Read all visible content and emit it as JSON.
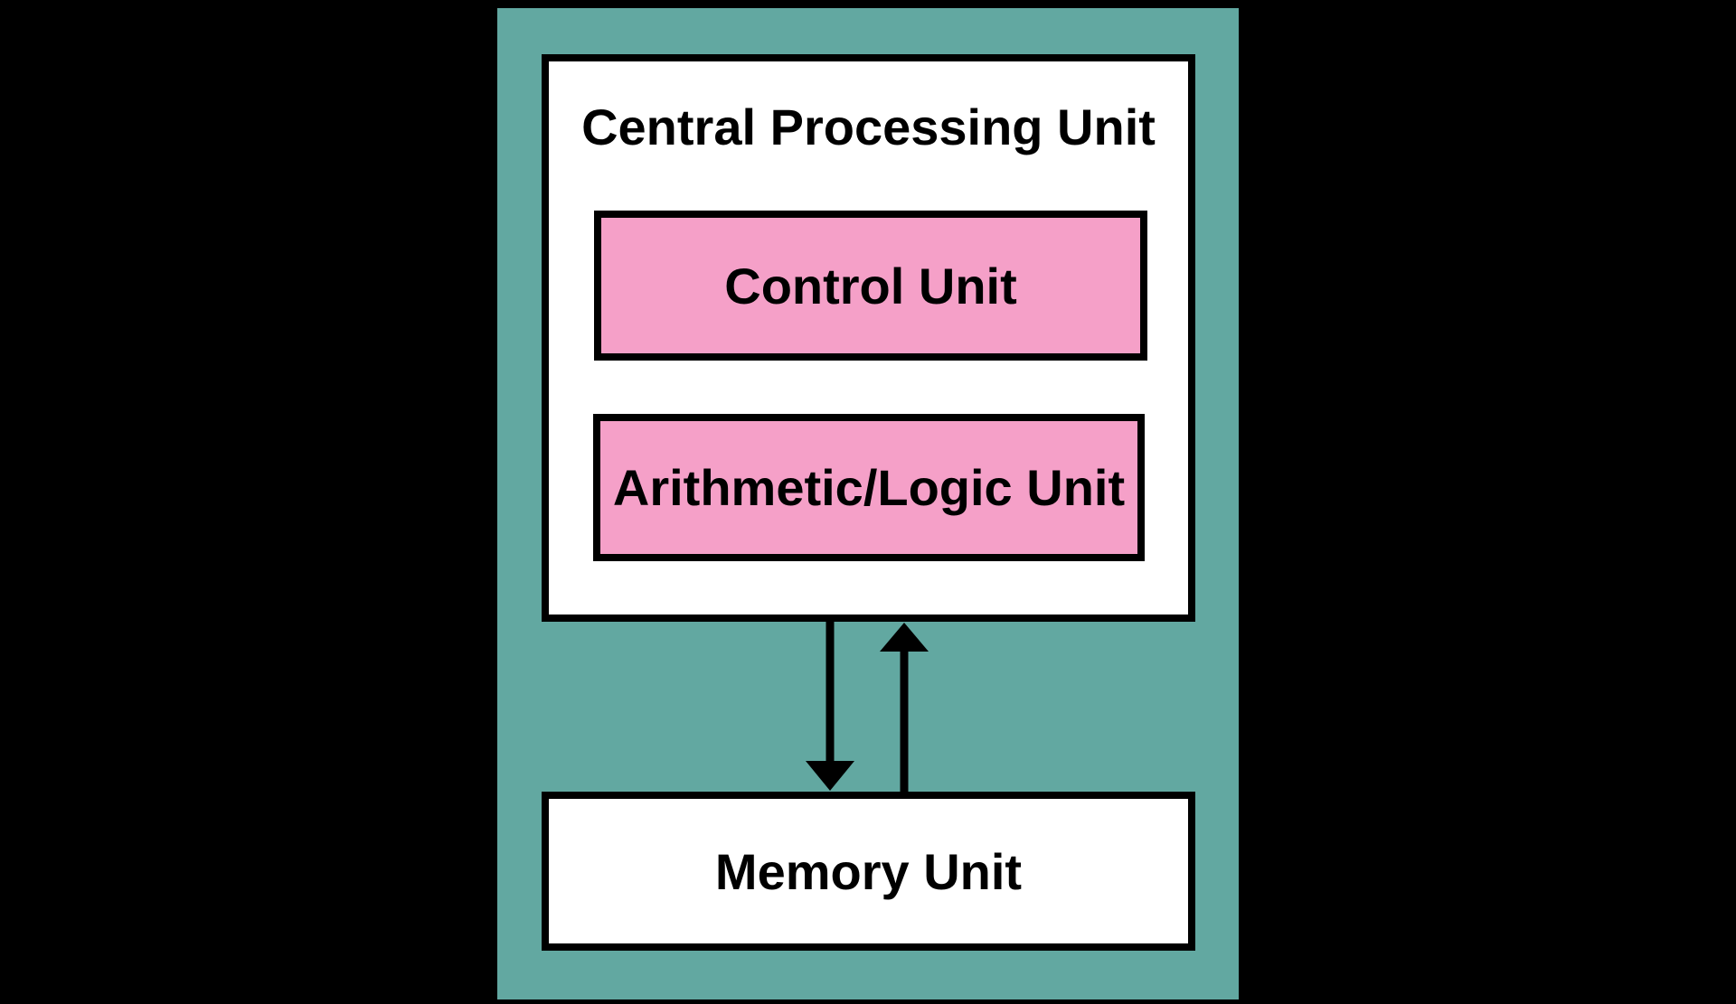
{
  "diagram": {
    "cpu": {
      "title": "Central Processing Unit",
      "children": [
        {
          "id": "control-unit",
          "label": "Control Unit"
        },
        {
          "id": "arithmetic-logic-unit",
          "label": "Arithmetic/Logic Unit"
        }
      ]
    },
    "memory": {
      "label": "Memory Unit"
    },
    "connections": [
      {
        "from": "cpu",
        "to": "memory",
        "icon": "down-arrow-icon"
      },
      {
        "from": "memory",
        "to": "cpu",
        "icon": "up-arrow-icon"
      }
    ]
  },
  "colors": {
    "background": "#000000",
    "panel_teal": "#62A8A1",
    "box_pink": "#F5A0C8",
    "box_white": "#FFFFFF",
    "line_black": "#000000"
  }
}
